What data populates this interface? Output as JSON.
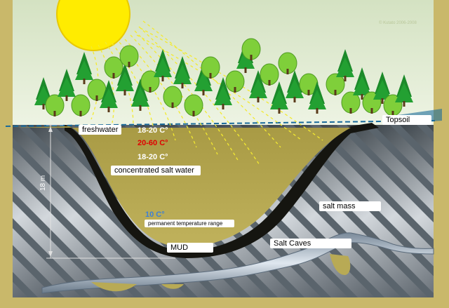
{
  "labels": {
    "freshwater": "freshwater",
    "topsoil": "Topsoil",
    "temp_top": "18-20 C°",
    "temp_mid": "20-60 C°",
    "temp_low": "18-20 C°",
    "concentrated": "concentrated salt water",
    "temp_deep": "10 C°",
    "permanent": "permanent temperature range",
    "mud": "MUD",
    "salt_mass": "salt mass",
    "salt_caves": "Salt Caves",
    "depth": "18 m",
    "credit": "© Kutato 2006-2008"
  },
  "colors": {
    "sky": "#e6f0d6",
    "frame": "#c9b86a",
    "sun": "#ffec00",
    "water": "#b8a850",
    "mud": "#1a1a12",
    "temp_hot": "#e00000",
    "temp_cold": "#3d7fd6",
    "tree_dark": "#1c8a2a",
    "tree_light": "#7fcf3a"
  }
}
